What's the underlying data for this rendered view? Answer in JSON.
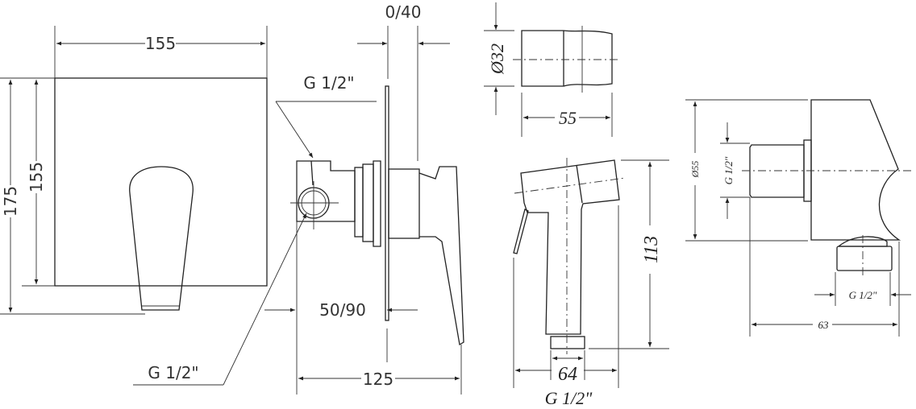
{
  "mixer": {
    "width_label": "155",
    "height_outer_label": "175",
    "height_inner_label": "155",
    "projection_label": "0/40",
    "inlet_top_label": "G 1/2\"",
    "wall_depth_label": "50/90",
    "depth_label": "125",
    "inlet_bottom_label": "G 1/2\""
  },
  "holder": {
    "diameter_label": "Ø32",
    "length_label": "55"
  },
  "hand_shower": {
    "height_label": "113",
    "width_label": "64",
    "thread_label": "G 1/2\""
  },
  "wall_elbow": {
    "diameter_label": "Ø55",
    "inlet_label": "G 1/2\"",
    "outlet_label": "G 1/2\"",
    "depth_label": "63"
  }
}
